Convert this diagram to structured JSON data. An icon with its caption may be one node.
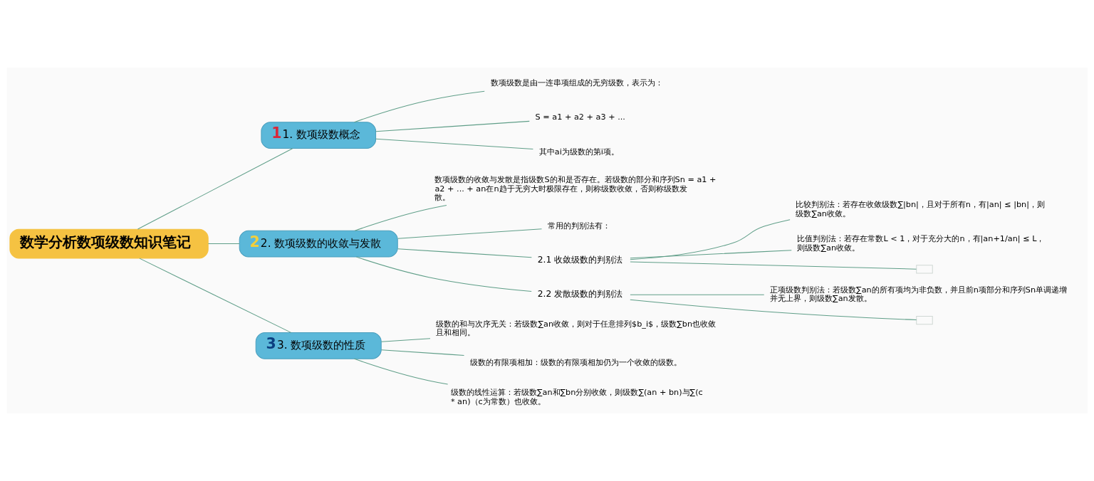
{
  "diagram": {
    "nodes": [
      {
        "text": [
          "数学分析数项级数知识笔记"
        ]
      },
      {
        "text": [
          "1",
          "1. 数项级数概念"
        ]
      },
      {
        "text": [
          "数项级数是由一连串项组成的无穷级数，表示为："
        ]
      },
      {
        "text": [
          "S = a1 + a2 + a3 + ..."
        ]
      },
      {
        "text": [
          "其中ai为级数的第i项。"
        ]
      },
      {
        "text": [
          "2",
          "2. 数项级数的收敛与发散"
        ]
      },
      {
        "text": [
          "数项级数的收敛与发散是指级数S的和是否存在。若级数的部分和序列Sn = a1 + a2 + ... + an在n趋于无穷大时极限存在，则称级数收敛，否则称级数发散。"
        ]
      },
      {
        "text": [
          "常用的判别法有："
        ]
      },
      {
        "text": [
          "2.1 收敛级数的判别法"
        ]
      },
      {
        "text": [
          "比较判别法：若存在收敛级数∑|bn|，且对于所有n，有|an| ≤ |bn|，则级数∑an收敛。"
        ]
      },
      {
        "text": [
          "比值判别法：若存在常数L < 1，对于充分大的n，有|an+1/an| ≤ L，则级数∑an收敛。"
        ]
      },
      {
        "text": [],
        "shape": "box"
      },
      {
        "text": [
          "2.2 发散级数的判别法"
        ]
      },
      {
        "text": [
          "正项级数判别法：若级数∑an的所有项均为非负数，并且前n项部分和序列Sn单调递增并无上界，则级数∑an发散。"
        ]
      },
      {
        "text": [],
        "shape": "box"
      },
      {
        "text": [
          "3",
          "3. 数项级数的性质"
        ]
      },
      {
        "text": [
          "级数的和与次序无关：若级数∑an收敛，则对于任意排列$b_i$，级数∑bn也收敛且和相同。"
        ]
      },
      {
        "text": [
          "级数的有限项相加：级数的有限项相加仍为一个收敛的级数。"
        ]
      },
      {
        "text": [
          "级数的线性运算：若级数∑an和∑bn分别收敛，则级数∑(an + bn)与∑(c * an)（c为常数）也收敛。"
        ]
      }
    ],
    "edges": [
      {
        "from": 0,
        "to": 1,
        "arrow": "none"
      },
      {
        "from": 1,
        "to": 2,
        "arrow": "none"
      },
      {
        "from": 1,
        "to": 3,
        "arrow": "none"
      },
      {
        "from": 1,
        "to": 4,
        "arrow": "none"
      },
      {
        "from": 0,
        "to": 5,
        "arrow": "none"
      },
      {
        "from": 5,
        "to": 6,
        "arrow": "none"
      },
      {
        "from": 5,
        "to": 7,
        "arrow": "none"
      },
      {
        "from": 5,
        "to": 8,
        "arrow": "none"
      },
      {
        "from": 8,
        "to": 9,
        "arrow": "none"
      },
      {
        "from": 8,
        "to": 10,
        "arrow": "none"
      },
      {
        "from": 8,
        "to": 11,
        "arrow": "none"
      },
      {
        "from": 5,
        "to": 12,
        "arrow": "none"
      },
      {
        "from": 12,
        "to": 13,
        "arrow": "none"
      },
      {
        "from": 12,
        "to": 14,
        "arrow": "none"
      },
      {
        "from": 0,
        "to": 15,
        "arrow": "none"
      },
      {
        "from": 15,
        "to": 16,
        "arrow": "none"
      },
      {
        "from": 15,
        "to": 17,
        "arrow": "none"
      },
      {
        "from": 15,
        "to": 18,
        "arrow": "none"
      }
    ]
  }
}
